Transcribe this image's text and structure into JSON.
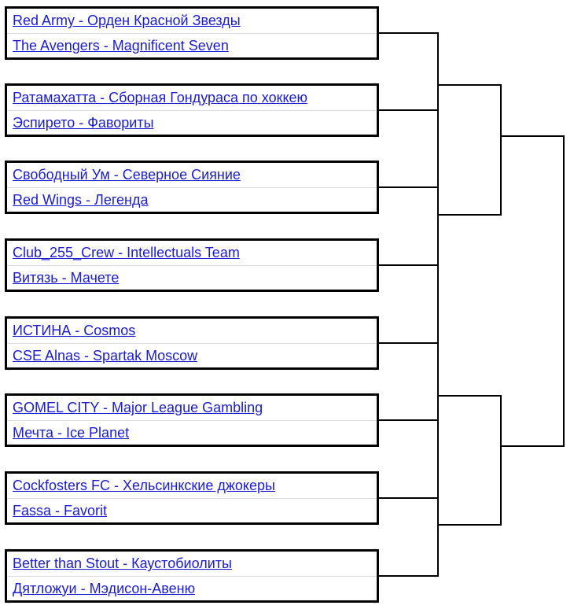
{
  "bracket": {
    "colors": {
      "link": "#1b1bd0",
      "box_border": "#000000",
      "row_divider": "#d9d9d9",
      "connector_line": "#000000",
      "background": "#ffffff"
    },
    "matches": [
      {
        "top": "Red Army - Орден Красной Звезды",
        "bottom": "The Avengers - Magnificent Seven"
      },
      {
        "top": "Ратамахатта - Сборная Гондураса по хоккею",
        "bottom": "Эспирето - Фавориты"
      },
      {
        "top": "Свободный Ум - Северное Сияние",
        "bottom": "Red Wings - Легенда"
      },
      {
        "top": "Club_255_Crew - Intellectuals Team",
        "bottom": "Витязь - Мачете"
      },
      {
        "top": "ИСТИНА - Cosmos",
        "bottom": "CSE Alnas - Spartak Moscow"
      },
      {
        "top": "GOMEL CITY - Major League Gambling",
        "bottom": "Мечта - Ice Planet"
      },
      {
        "top": "Cockfosters FC - Хельсинкские джокеры",
        "bottom": "Fassa - Favorit"
      },
      {
        "top": "Better than Stout - Каустобиолиты",
        "bottom": "Дятложуи - Мэдисон-Авеню"
      }
    ]
  }
}
